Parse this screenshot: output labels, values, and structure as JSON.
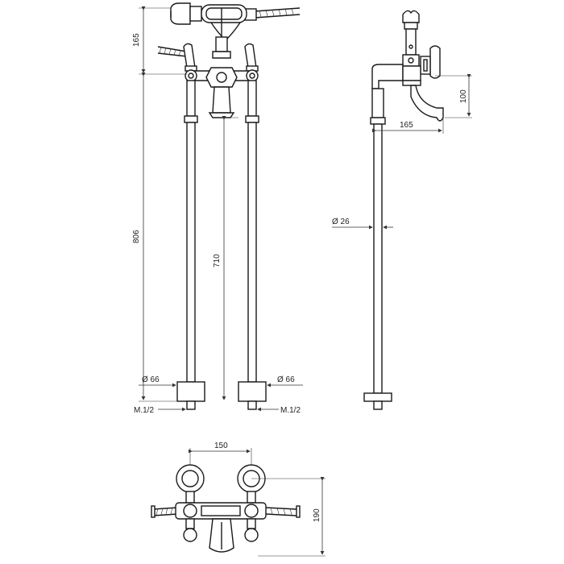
{
  "dimensions": {
    "top_height": "165",
    "total_height": "806",
    "inner_height": "710",
    "base_dia_left": "Ø 66",
    "base_dia_right": "Ø 66",
    "thread_left": "M.1/2",
    "thread_right": "M.1/2",
    "spout_height": "100",
    "spout_reach": "165",
    "pipe_dia": "Ø 26",
    "centers": "150",
    "plan_depth": "190"
  },
  "colors": {
    "line": "#1a1a1a",
    "background": "#ffffff"
  }
}
